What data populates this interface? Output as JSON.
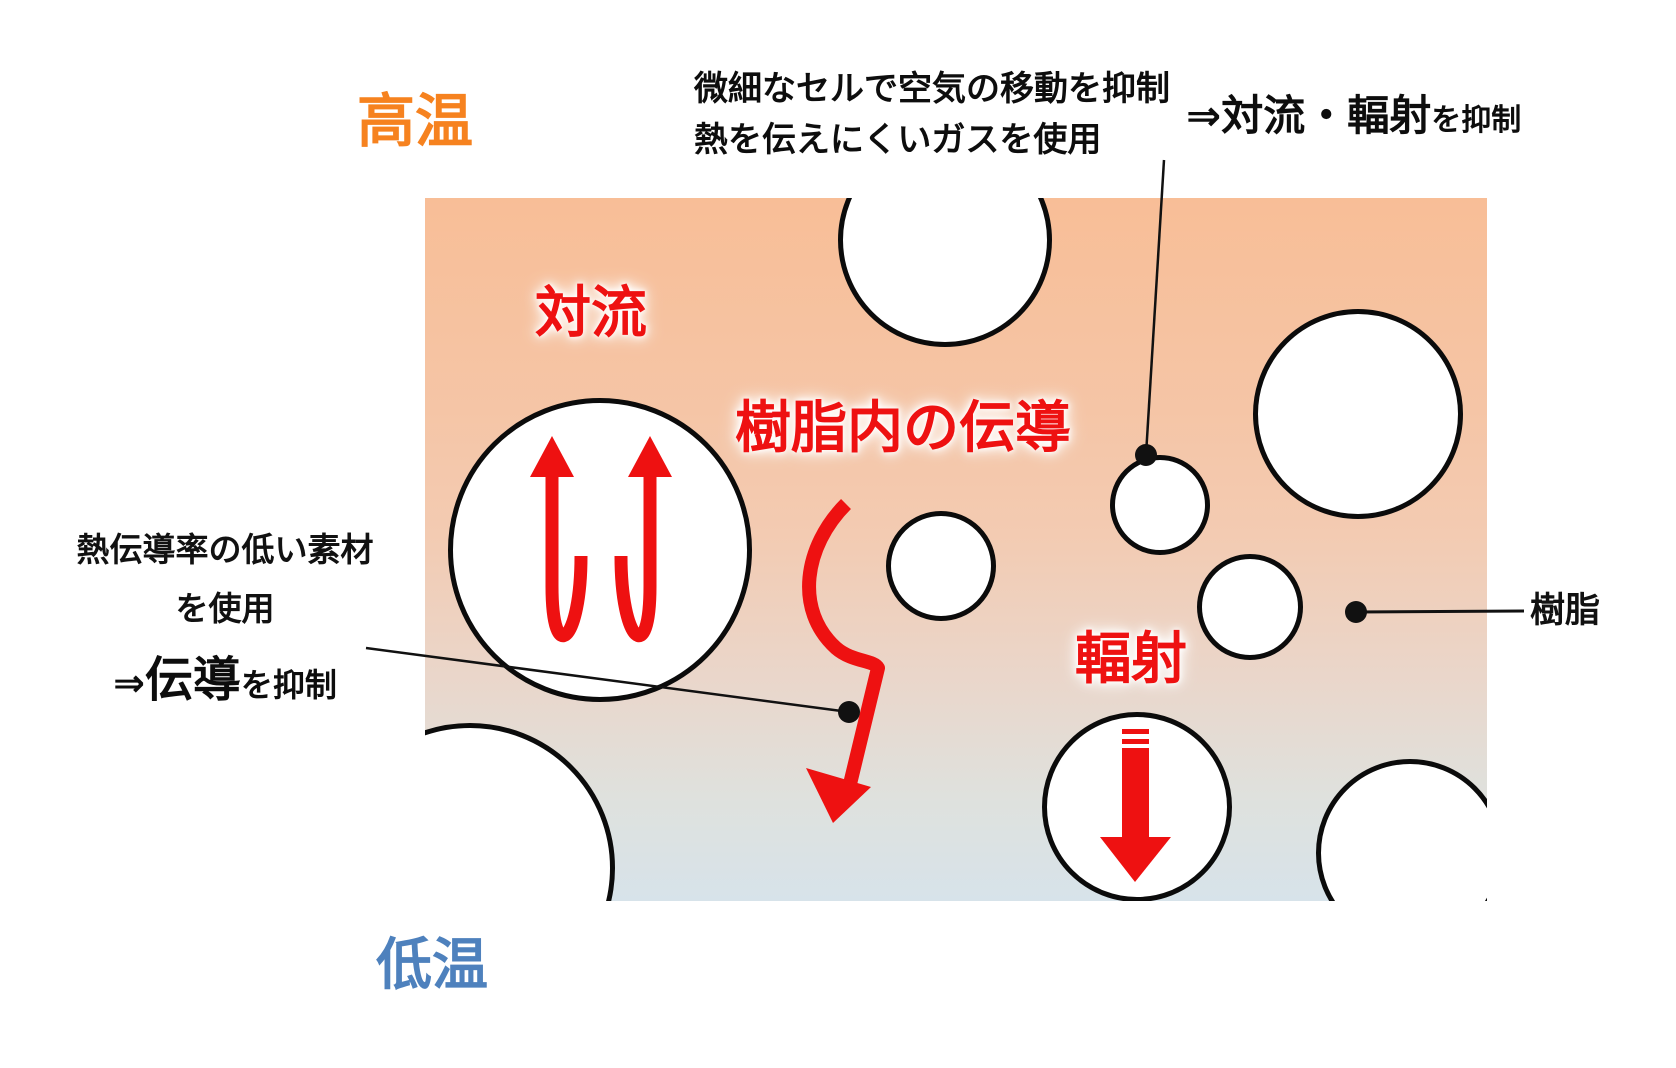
{
  "diagram": {
    "temperature": {
      "hot": "高温",
      "cold": "低温"
    },
    "mechanisms": {
      "convection": "対流",
      "conduction": "樹脂内の伝導",
      "radiation": "輻射"
    },
    "callouts": {
      "cells": {
        "line1": "微細なセルで空気の移動を抑制",
        "line2": "熱を伝えにくいガスを使用",
        "result_arrow": "⇒",
        "result_big": "対流・輻射",
        "result_suffix": "を抑制"
      },
      "material": {
        "line1": "熱伝導率の低い素材",
        "line2": "を使用",
        "result_arrow": "⇒",
        "result_big": "伝導",
        "result_suffix": "を抑制"
      },
      "resin": {
        "label": "樹脂"
      }
    },
    "colors": {
      "hot_text": "#F6821F",
      "cold_text": "#4E81BD",
      "arrow_red": "#EE1111",
      "outline_black": "#0B0B0B",
      "gradient_top": "#F8BE97",
      "gradient_bottom": "#D7E3EA"
    }
  }
}
